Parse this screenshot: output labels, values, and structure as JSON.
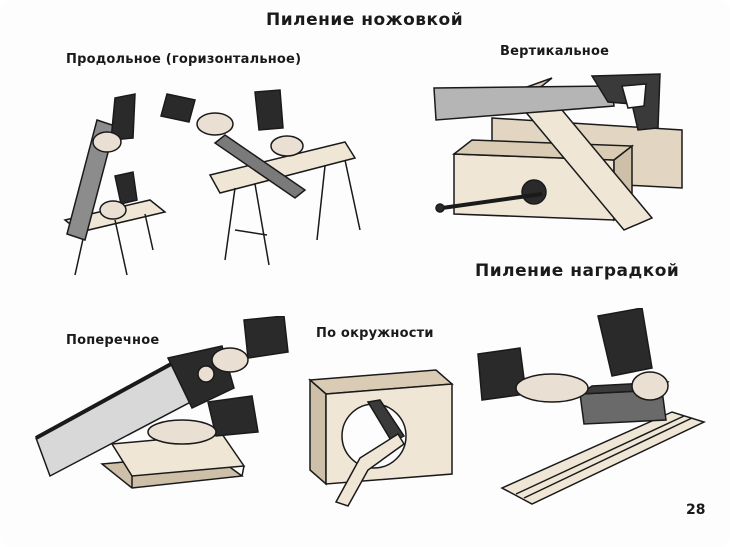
{
  "title": "Пиление ножовкой",
  "section_title": "Пиление наградкой",
  "captions": {
    "longitudinal": "Продольное (горизонтальное)",
    "vertical": "Вертикальное",
    "cross": "Поперечное",
    "circle": "По окружности"
  },
  "page_number": "28",
  "colors": {
    "ink": "#1a1a1a",
    "wood": "#efe6d6",
    "wood_dark": "#cdbfa8",
    "sleeve": "#2a2a2a",
    "skin": "#e9e0d3"
  }
}
